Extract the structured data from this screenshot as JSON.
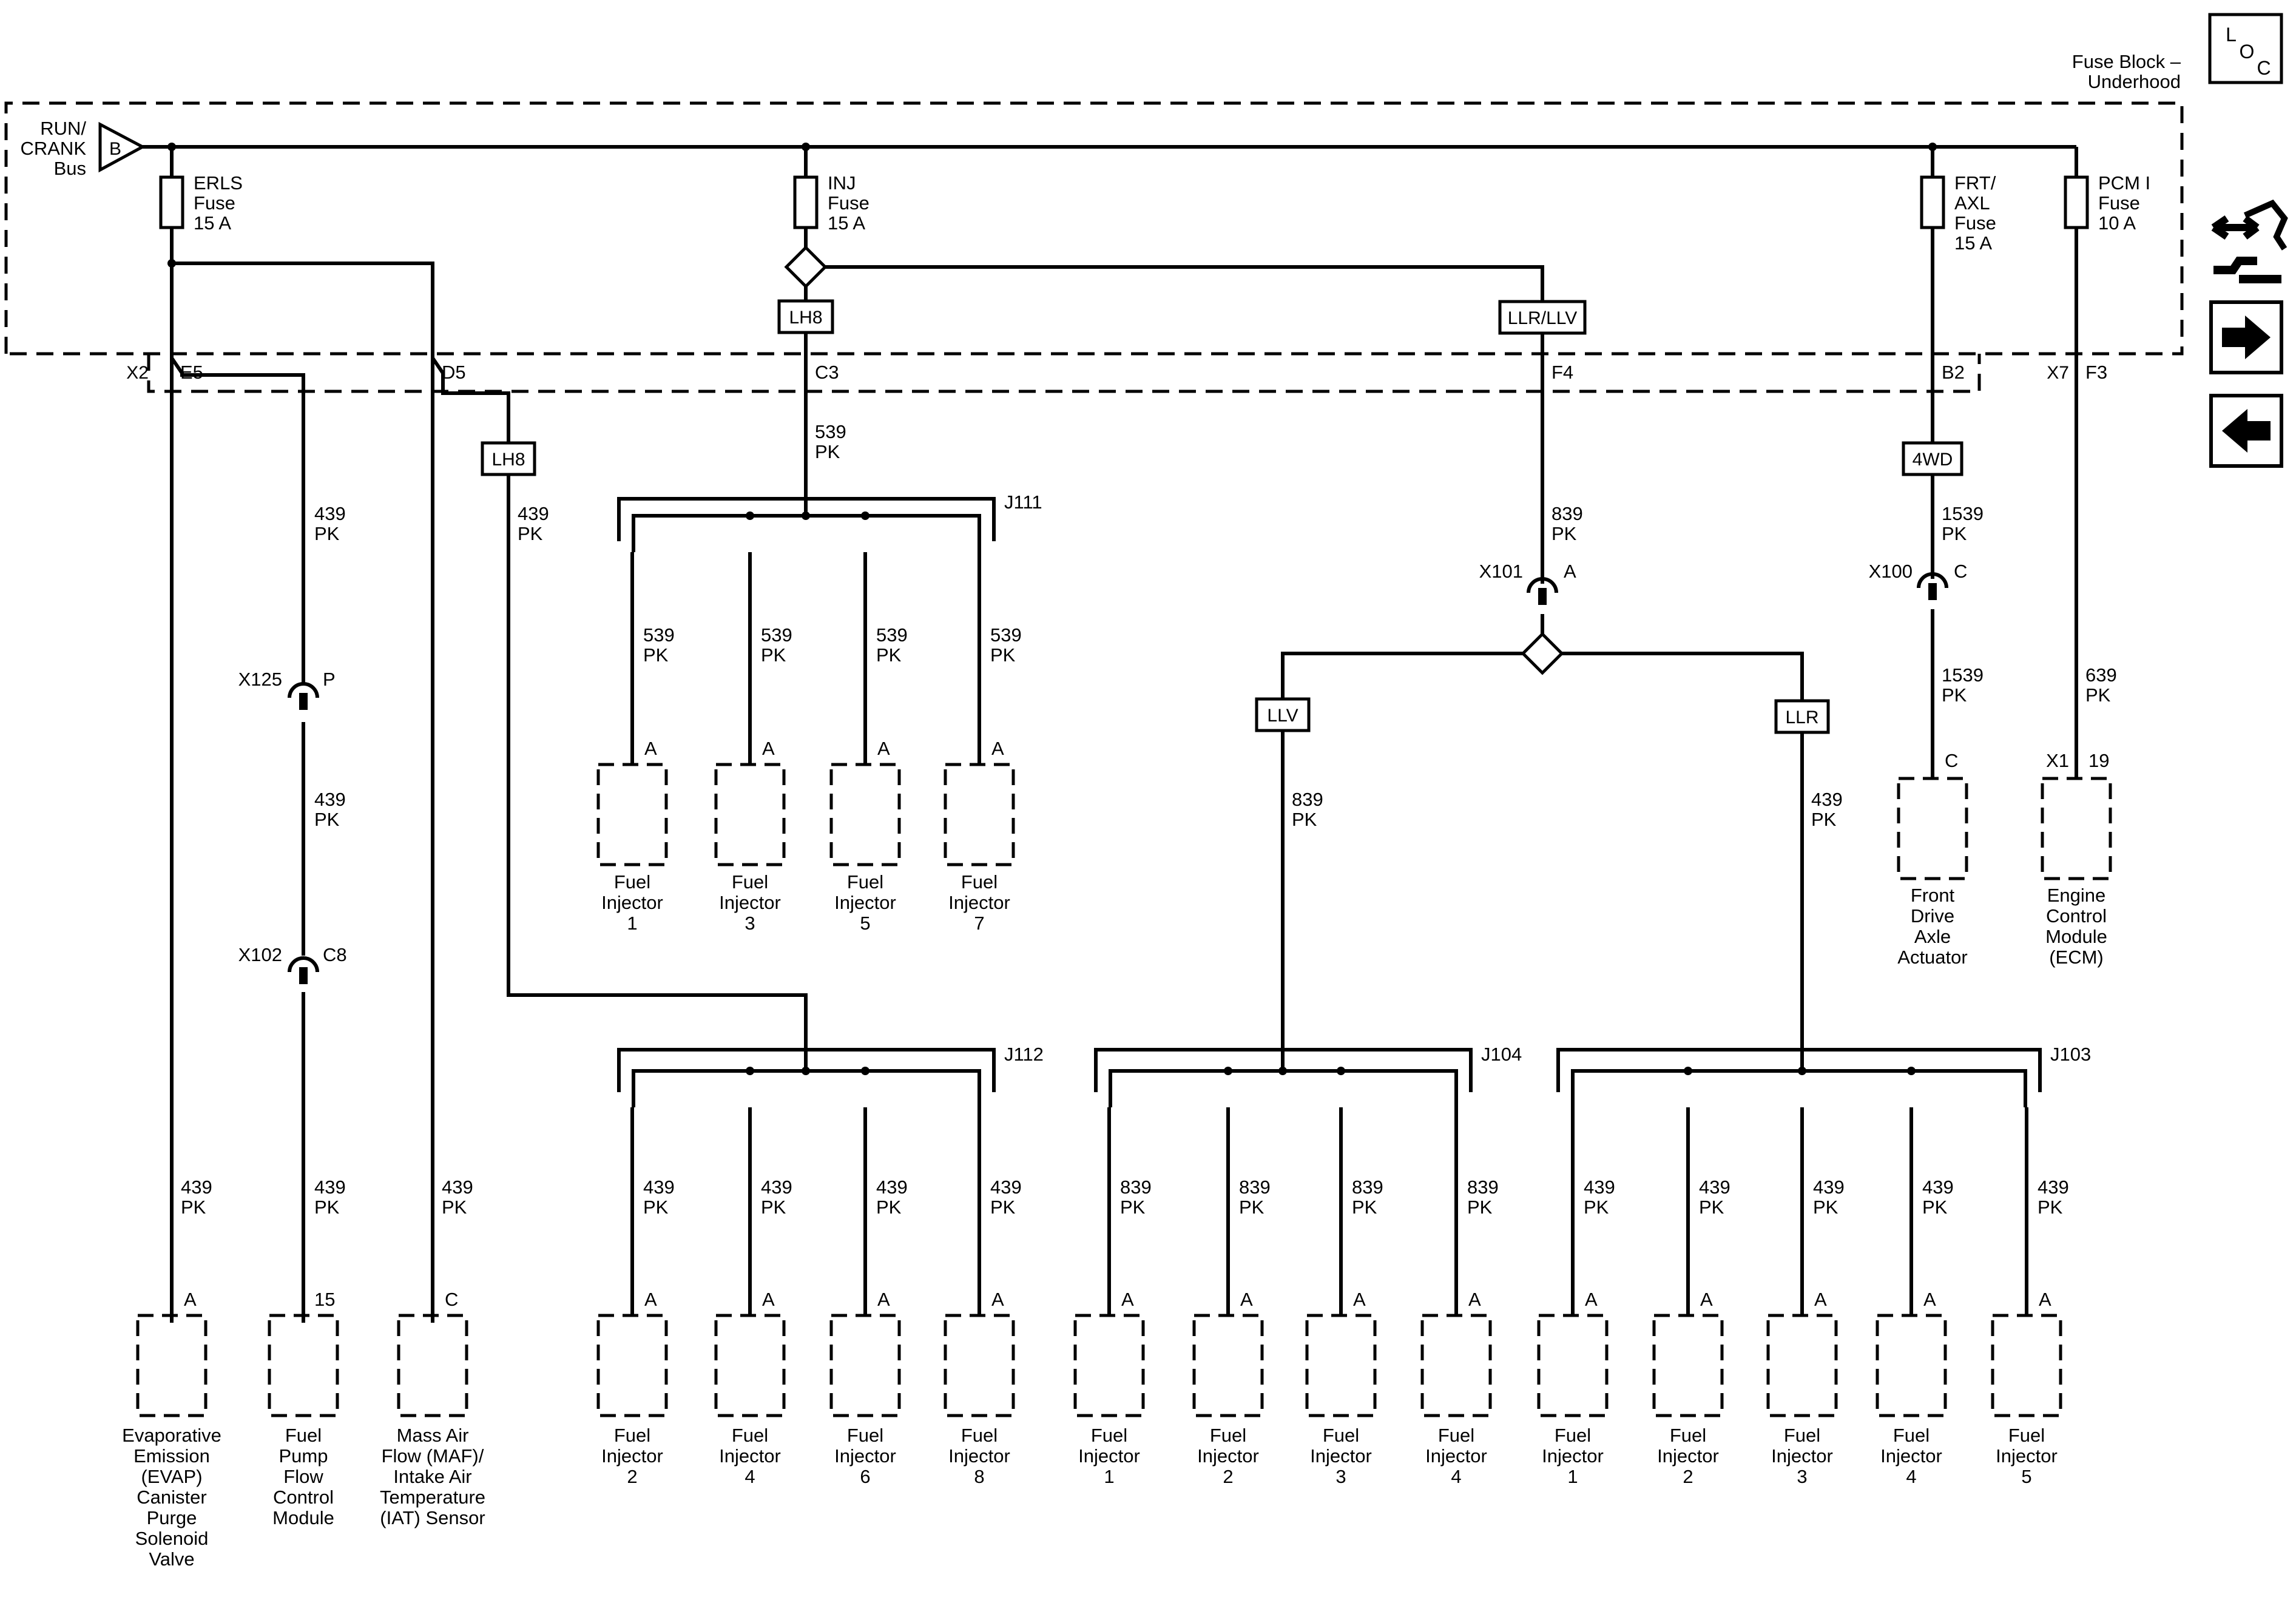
{
  "fuse_block": {
    "title": [
      "Fuse Block –",
      "Underhood"
    ]
  },
  "loc_icon": [
    "L",
    "O",
    "C"
  ],
  "bus": {
    "label": [
      "RUN/",
      "CRANK",
      "Bus"
    ],
    "pin": "B"
  },
  "fuses": [
    {
      "id": "erls",
      "lines": [
        "ERLS",
        "Fuse",
        "15 A"
      ]
    },
    {
      "id": "inj",
      "lines": [
        "INJ",
        "Fuse",
        "15 A"
      ]
    },
    {
      "id": "frt",
      "lines": [
        "FRT/",
        "AXL",
        "Fuse",
        "15 A"
      ]
    },
    {
      "id": "pcm",
      "lines": [
        "PCM I",
        "Fuse",
        "10 A"
      ]
    }
  ],
  "connector_pins": {
    "x2": "X2",
    "e5": "E5",
    "d5": "D5",
    "c3": "C3",
    "f4": "F4",
    "b2": "B2",
    "x7": "X7",
    "f3": "F3"
  },
  "option_boxes": [
    {
      "id": "lh8-top",
      "label": "LH8"
    },
    {
      "id": "llr-llv",
      "label": "LLR/LLV"
    },
    {
      "id": "lh8-left",
      "label": "LH8"
    },
    {
      "id": "4wd",
      "label": "4WD"
    },
    {
      "id": "llv",
      "label": "LLV"
    },
    {
      "id": "llr",
      "label": "LLR"
    }
  ],
  "splices": [
    "J111",
    "J112",
    "J104",
    "J103"
  ],
  "inline_connectors": [
    {
      "id": "x125",
      "name": "X125",
      "pin": "P"
    },
    {
      "id": "x102",
      "name": "X102",
      "pin": "C8"
    },
    {
      "id": "x101",
      "name": "X101",
      "pin": "A"
    },
    {
      "id": "x100",
      "name": "X100",
      "pin": "C"
    }
  ],
  "wires": {
    "w439": [
      "439",
      "PK"
    ],
    "w539": [
      "539",
      "PK"
    ],
    "w839": [
      "839",
      "PK"
    ],
    "w1539": [
      "1539",
      "PK"
    ],
    "w639": [
      "639",
      "PK"
    ]
  },
  "components": {
    "evap": {
      "pin": "A",
      "label": [
        "Evaporative",
        "Emission",
        "(EVAP)",
        "Canister",
        "Purge",
        "Solenoid",
        "Valve"
      ]
    },
    "fpfcm": {
      "pin": "15",
      "label": [
        "Fuel",
        "Pump",
        "Flow",
        "Control",
        "Module"
      ]
    },
    "maf": {
      "pin": "C",
      "label": [
        "Mass Air",
        "Flow (MAF)/",
        "Intake Air",
        "Temperature",
        "(IAT) Sensor"
      ]
    },
    "fda": {
      "pin": "C",
      "label": [
        "Front",
        "Drive",
        "Axle",
        "Actuator"
      ]
    },
    "ecm": {
      "conn": "X1",
      "pin": "19",
      "label": [
        "Engine",
        "Control",
        "Module",
        "(ECM)"
      ]
    },
    "injector_pin": "A",
    "injector_label": [
      "Fuel",
      "Injector"
    ],
    "injectors_top": [
      "1",
      "3",
      "5",
      "7"
    ],
    "injectors_j112": [
      "2",
      "4",
      "6",
      "8"
    ],
    "injectors_j104": [
      "1",
      "2",
      "3",
      "4"
    ],
    "injectors_j103": [
      "1",
      "2",
      "3",
      "4",
      "5"
    ]
  }
}
